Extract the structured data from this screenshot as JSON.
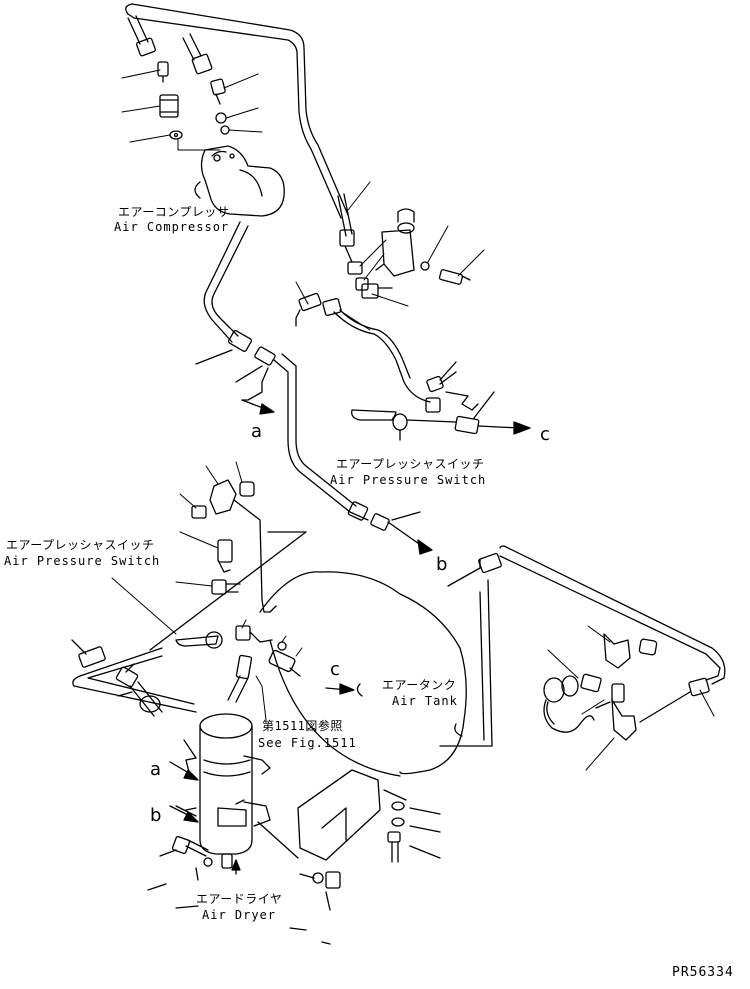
{
  "labels": {
    "air_compressor_jp": "エアーコンプレッサ",
    "air_compressor_en": "Air Compressor",
    "air_pressure_switch_jp": "エアープレッシャスイッチ",
    "air_pressure_switch_en": "Air Pressure Switch",
    "air_pressure_switch2_jp": "エアープレッシャスイッチ",
    "air_pressure_switch2_en": "Air Pressure Switch",
    "air_tank_jp": "エアータンク",
    "air_tank_en": "Air Tank",
    "see_fig_jp": "第1511図参照",
    "see_fig_en": "See Fig.1511",
    "air_dryer_jp": "エアードライヤ",
    "air_dryer_en": "Air Dryer",
    "part_code": "PR56334"
  },
  "connection_markers": {
    "a_top": "a",
    "b_mid": "b",
    "c_right": "c",
    "c_mid": "c",
    "a_dryer": "a",
    "b_dryer": "b"
  },
  "colors": {
    "line": "#000000",
    "background": "#ffffff"
  }
}
